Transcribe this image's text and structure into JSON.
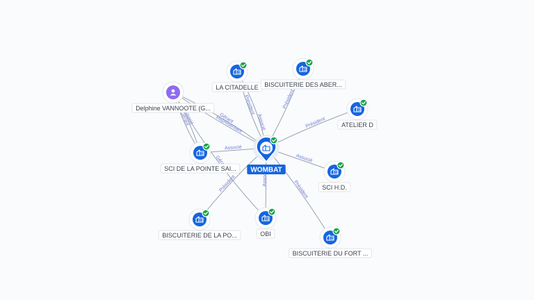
{
  "center": {
    "id": "wombat",
    "label": "WOMBAT",
    "icon": "company-icon",
    "verified": true
  },
  "nodes": [
    {
      "id": "delphine",
      "label": "Delphine VANNOOTE (G...",
      "icon": "person-icon",
      "verified": false
    },
    {
      "id": "citadelle",
      "label": "LA CITADELLE",
      "icon": "company-icon",
      "verified": true
    },
    {
      "id": "aber",
      "label": "BISCUITERIE DES ABER...",
      "icon": "company-icon",
      "verified": true
    },
    {
      "id": "atelier",
      "label": "ATELIER D",
      "icon": "company-icon",
      "verified": true
    },
    {
      "id": "pointe",
      "label": "SCI DE LA POINTE SAI...",
      "icon": "company-icon",
      "verified": true
    },
    {
      "id": "scihd",
      "label": "SCI H.D.",
      "icon": "company-icon",
      "verified": true
    },
    {
      "id": "biscpo",
      "label": "BISCUITERIE DE LA PO...",
      "icon": "company-icon",
      "verified": true
    },
    {
      "id": "obi",
      "label": "OBI",
      "icon": "company-icon",
      "verified": true
    },
    {
      "id": "fort",
      "label": "BISCUITERIE DU FORT ...",
      "icon": "company-icon",
      "verified": true
    }
  ],
  "edges": [
    {
      "from": "wombat",
      "to": "citadelle",
      "label": "Président"
    },
    {
      "from": "wombat",
      "to": "citadelle",
      "label": "Associé"
    },
    {
      "from": "wombat",
      "to": "aber",
      "label": "Président"
    },
    {
      "from": "wombat",
      "to": "atelier",
      "label": "Président"
    },
    {
      "from": "wombat",
      "to": "pointe",
      "label": "Associé"
    },
    {
      "from": "wombat",
      "to": "scihd",
      "label": "Associé"
    },
    {
      "from": "wombat",
      "to": "biscpo",
      "label": "Président"
    },
    {
      "from": "wombat",
      "to": "obi",
      "label": "Associé"
    },
    {
      "from": "wombat",
      "to": "fort",
      "label": "Président"
    },
    {
      "from": "delphine",
      "to": "wombat",
      "label": "Gérant"
    },
    {
      "from": "delphine",
      "to": "wombat",
      "label": "Représentant"
    },
    {
      "from": "delphine",
      "to": "pointe",
      "label": "Gérant"
    },
    {
      "from": "delphine",
      "to": "pointe",
      "label": "Associé"
    },
    {
      "from": "delphine",
      "to": "obi",
      "label": "Gérant"
    }
  ]
}
